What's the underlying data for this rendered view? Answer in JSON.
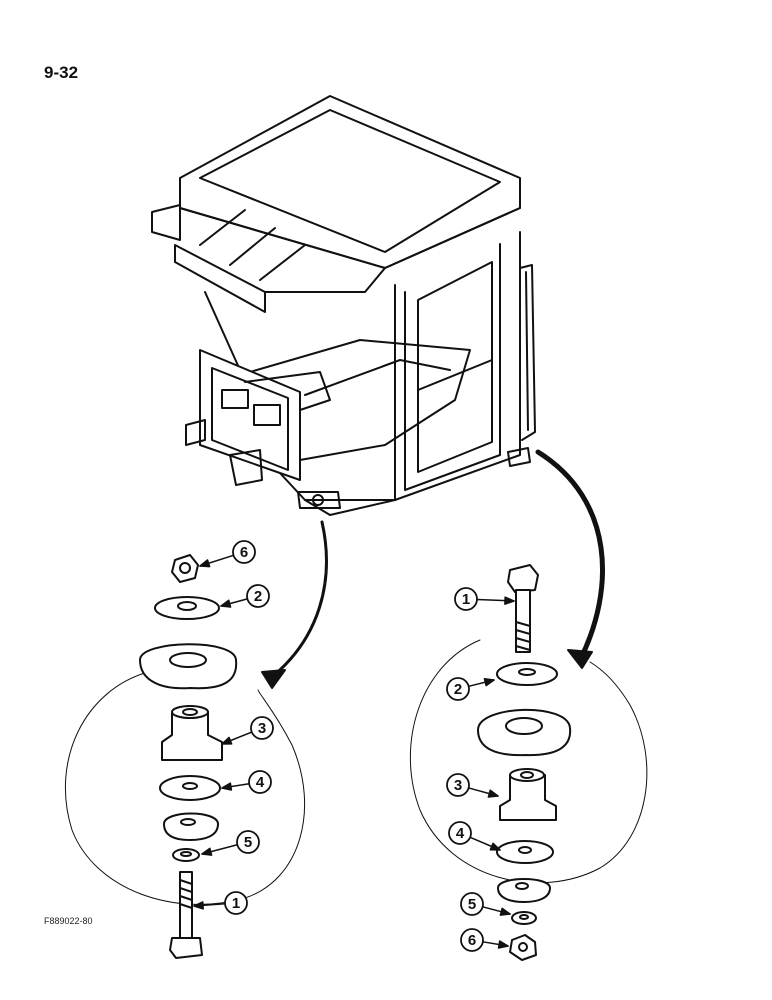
{
  "page_number": "9-32",
  "figure_code": "F889022-80",
  "left_callouts": [
    {
      "num": "6",
      "part": "nut"
    },
    {
      "num": "2",
      "part": "washer"
    },
    {
      "num": "3",
      "part": "isolator"
    },
    {
      "num": "4",
      "part": "washer"
    },
    {
      "num": "5",
      "part": "washer"
    },
    {
      "num": "1",
      "part": "bolt"
    }
  ],
  "right_callouts": [
    {
      "num": "1",
      "part": "bolt"
    },
    {
      "num": "2",
      "part": "washer"
    },
    {
      "num": "3",
      "part": "isolator"
    },
    {
      "num": "4",
      "part": "washer"
    },
    {
      "num": "5",
      "part": "washer"
    },
    {
      "num": "6",
      "part": "nut"
    }
  ],
  "colors": {
    "ink": "#111111",
    "paper": "#ffffff"
  }
}
